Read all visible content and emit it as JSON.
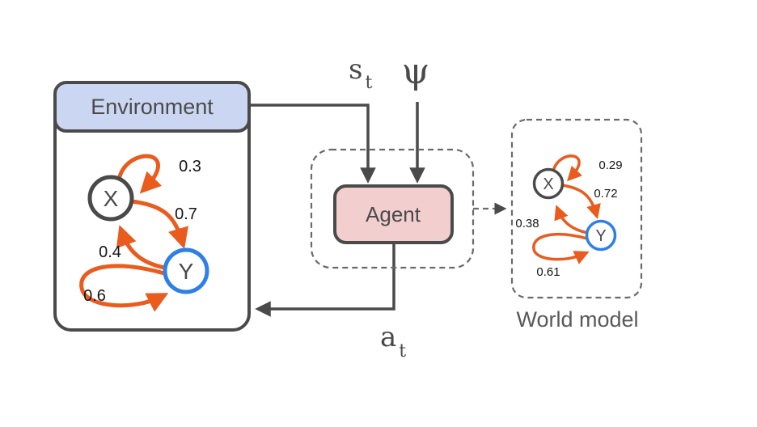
{
  "diagram": {
    "environment": {
      "title": "Environment",
      "nodes": [
        {
          "id": "X"
        },
        {
          "id": "Y"
        }
      ],
      "edges": [
        {
          "from": "X",
          "to": "X",
          "prob": "0.3"
        },
        {
          "from": "X",
          "to": "Y",
          "prob": "0.7"
        },
        {
          "from": "Y",
          "to": "X",
          "prob": "0.4"
        },
        {
          "from": "Y",
          "to": "Y",
          "prob": "0.6"
        }
      ]
    },
    "agent": {
      "label": "Agent"
    },
    "world_model": {
      "caption": "World model",
      "nodes": [
        {
          "id": "X"
        },
        {
          "id": "Y"
        }
      ],
      "edges": [
        {
          "from": "X",
          "to": "X",
          "prob": "0.29"
        },
        {
          "from": "X",
          "to": "Y",
          "prob": "0.72"
        },
        {
          "from": "Y",
          "to": "X",
          "prob": "0.38"
        },
        {
          "from": "Y",
          "to": "Y",
          "prob": "0.61"
        }
      ]
    },
    "signals": {
      "state": {
        "symbol": "s",
        "subscript": "t"
      },
      "policy": {
        "symbol": "ψ"
      },
      "action": {
        "symbol": "a",
        "subscript": "t"
      }
    },
    "colors": {
      "edge_orange": "#EA5B1E",
      "node_x_stroke": "#4A4A4A",
      "node_y_stroke": "#2E7FE8",
      "environment_header_fill": "#CBD7F2",
      "agent_fill": "#F2CFCE",
      "outline_dark": "#4A4A4A",
      "dashed_gray": "#6A6A6A"
    }
  }
}
